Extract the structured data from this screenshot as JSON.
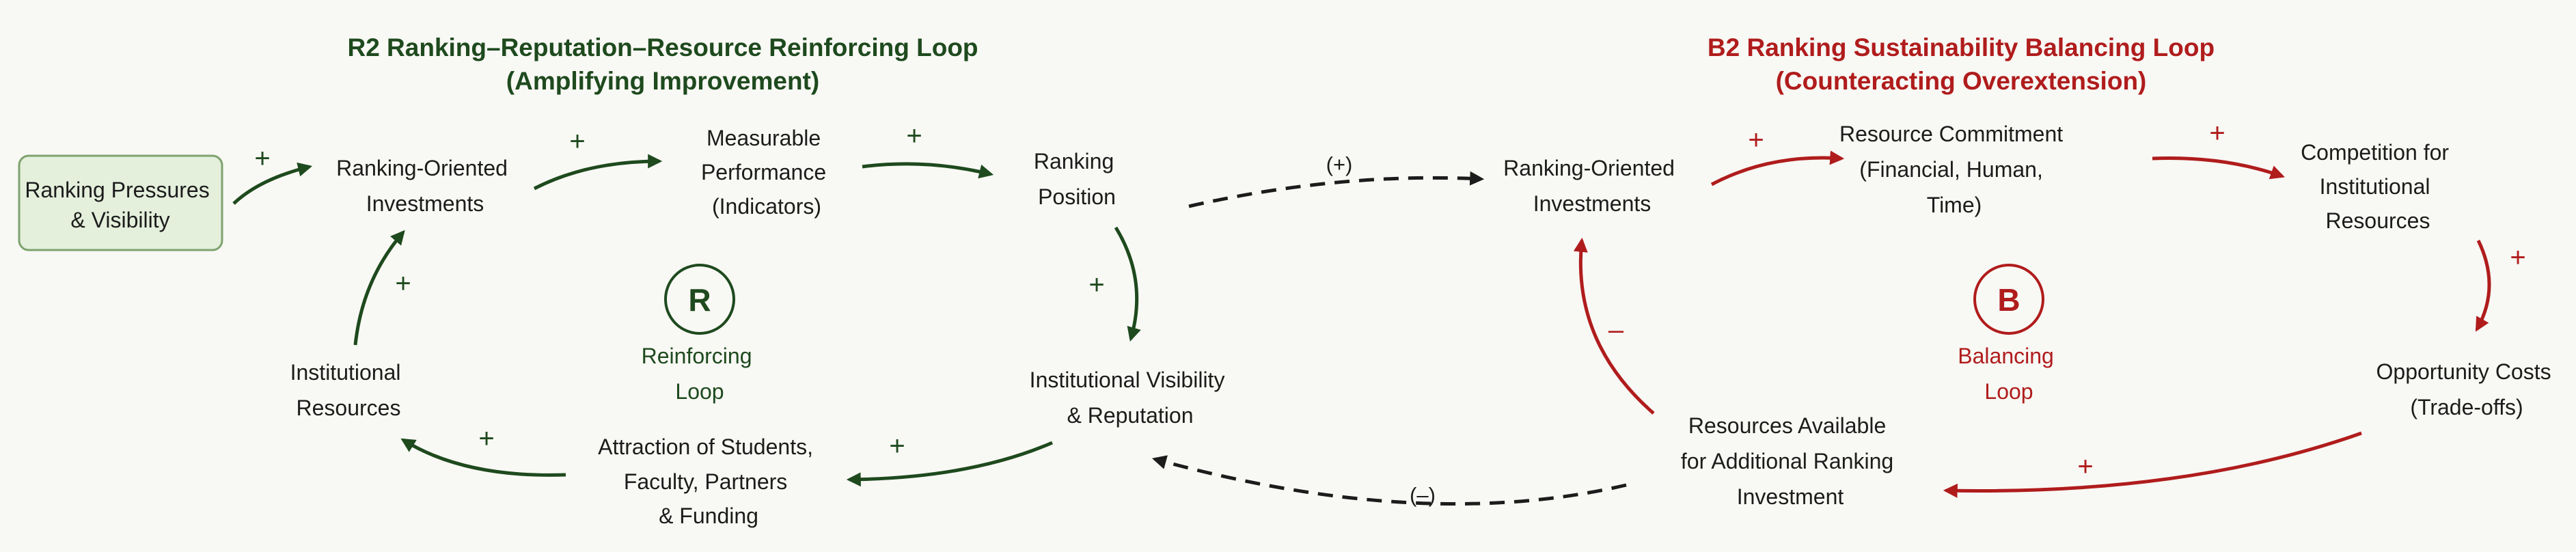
{
  "colors": {
    "reinforcing": "#1e4a1e",
    "balancing": "#b01c1c",
    "neutral": "#1c1c1c",
    "start_box_fill": "#e4efdc",
    "start_box_stroke": "#7ea36e",
    "background": "#f8f8f4"
  },
  "r2": {
    "title_line1": "R2  Ranking–Reputation–Resource Reinforcing Loop",
    "title_line2": "(Amplifying Improvement)",
    "badge": "R",
    "loop_label_line1": "Reinforcing",
    "loop_label_line2": "Loop",
    "nodes": {
      "pressures": [
        "Ranking Pressures",
        "& Visibility"
      ],
      "investments": [
        "Ranking-Oriented",
        "Investments"
      ],
      "performance": [
        "Measurable",
        "Performance",
        "(Indicators)"
      ],
      "position": [
        "Ranking",
        "Position"
      ],
      "visibility": [
        "Institutional Visibility",
        "& Reputation"
      ],
      "attraction": [
        "Attraction of Students,",
        "Faculty, Partners",
        "& Funding"
      ],
      "resources": [
        "Institutional",
        "Resources"
      ]
    },
    "polarities": {
      "pressures_to_investments": "+",
      "investments_to_performance": "+",
      "performance_to_position": "+",
      "position_to_visibility": "+",
      "visibility_to_attraction": "+",
      "attraction_to_resources": "+",
      "resources_to_investments": "+"
    }
  },
  "b2": {
    "title_line1": "B2  Ranking Sustainability Balancing Loop",
    "title_line2": "(Counteracting Overextension)",
    "badge": "B",
    "loop_label_line1": "Balancing",
    "loop_label_line2": "Loop",
    "nodes": {
      "investments": [
        "Ranking-Oriented",
        "Investments"
      ],
      "commitment": [
        "Resource Commitment",
        "(Financial, Human,",
        "Time)"
      ],
      "competition": [
        "Competition for",
        "Institutional",
        "Resources"
      ],
      "opportunity": [
        "Opportunity Costs",
        "(Trade-offs)"
      ],
      "available": [
        "Resources Available",
        "for Additional Ranking",
        "Investment"
      ]
    },
    "polarities": {
      "investments_to_commitment": "+",
      "commitment_to_competition": "+",
      "competition_to_opportunity": "+",
      "opportunity_to_available": "+",
      "available_to_investments": "–"
    }
  },
  "links": {
    "position_to_b2_investments": "(+)",
    "available_to_visibility": "(–)"
  }
}
